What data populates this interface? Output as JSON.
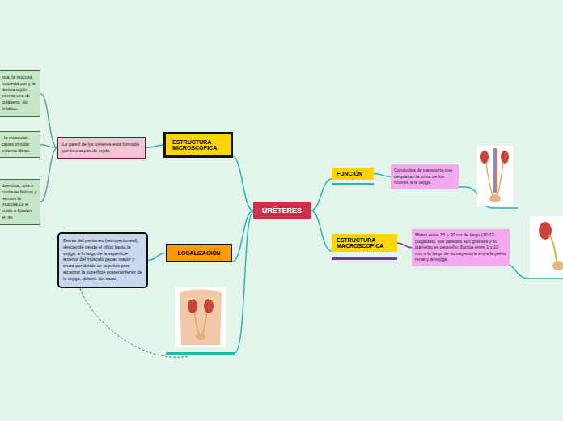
{
  "diagram": {
    "nodes": [
      {
        "text": [
          "URÉTERES"
        ]
      },
      {
        "text": [
          "FUNCIÓN"
        ]
      },
      {
        "text": [
          "Conductos de transporte que desplazan la orina de los riñones a la vejiga."
        ]
      },
      {
        "text": [
          "ESTRUCTURA MACROSCOPICA"
        ]
      },
      {
        "text": [
          "Miden entre 25 y 30 cm de largo (10-12 pulgadas), sus paredes son gruesas y su diámetro es pequeño; fluctúa entre 1 y 10 mm a lo largo de su trayectoria entre la pelvis renal y la vejiga."
        ]
      },
      {
        "text": [
          "ESTRUCTURA MICROSCOPICA"
        ]
      },
      {
        "text": [
          "La pared de los uréteres está formada por tres capas de tejido."
        ]
      },
      {
        "text": [
          "nda, la mucosa, mpuesta por y la lámina tejido esenta una de colágeno, do linfático."
        ]
      },
      {
        "text": [
          ", la muscular, capas circular externa fibras."
        ]
      },
      {
        "text": [
          "dventicia, una e contiene fáticos y nervios la mucosa.La el tejido a fijación en su"
        ]
      },
      {
        "text": [
          "LOCALIZACIÓN"
        ]
      },
      {
        "text": [
          "Detrás del peritoneo (retroperitoneal), desciende desde el riñón hasta la vejiga, a lo largo de la superficie anterior del músculo psoas mayor y cruza por detrás de la pelvis para alcanzar la superficie posteroinferior de la vejiga, delante del sacro."
        ]
      }
    ],
    "edges": [
      {
        "from": 0,
        "to": 1,
        "arrow": "none"
      },
      {
        "from": 1,
        "to": 2,
        "arrow": "none"
      },
      {
        "from": 0,
        "to": 3,
        "arrow": "none"
      },
      {
        "from": 3,
        "to": 4,
        "arrow": "none"
      },
      {
        "from": 0,
        "to": 5,
        "arrow": "none"
      },
      {
        "from": 5,
        "to": 6,
        "arrow": "none"
      },
      {
        "from": 6,
        "to": 7,
        "arrow": "none"
      },
      {
        "from": 6,
        "to": 8,
        "arrow": "none"
      },
      {
        "from": 6,
        "to": 9,
        "arrow": "none"
      },
      {
        "from": 0,
        "to": 10,
        "arrow": "none"
      },
      {
        "from": 10,
        "to": 11,
        "arrow": "none"
      }
    ]
  }
}
